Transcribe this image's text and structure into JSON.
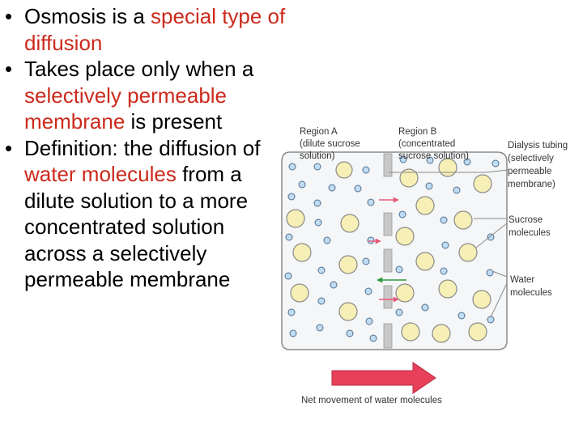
{
  "bullets": [
    {
      "bullet": "•",
      "parts": [
        {
          "text": "Osmosis is a ",
          "highlight": false
        },
        {
          "text": "special type of diffusion",
          "highlight": true
        }
      ]
    },
    {
      "bullet": "•",
      "parts": [
        {
          "text": "Takes place only when a ",
          "highlight": false
        },
        {
          "text": "selectively permeable membrane",
          "highlight": true
        },
        {
          "text": " is present",
          "highlight": false
        }
      ]
    },
    {
      "bullet": "•",
      "parts": [
        {
          "text": "Definition: the diffusion of ",
          "highlight": false
        },
        {
          "text": "water molecules",
          "highlight": true
        },
        {
          "text": " from a dilute solution to a more concentrated solution across a selectively permeable membrane",
          "highlight": false
        }
      ]
    }
  ],
  "diagram": {
    "region_a": {
      "line1": "Region A",
      "line2": "(dilute sucrose",
      "line3": "solution)"
    },
    "region_b": {
      "line1": "Region B",
      "line2": "(concentrated",
      "line3": "sucrose solution)"
    },
    "dialysis": {
      "line1": "Dialysis tubing",
      "line2": "(selectively",
      "line3": "permeable",
      "line4": "membrane)"
    },
    "sucrose": {
      "line1": "Sucrose",
      "line2": "molecules"
    },
    "water": {
      "line1": "Water",
      "line2": "molecules"
    },
    "net_movement": "Net movement of water molecules"
  },
  "colors": {
    "highlight_text": "#cc2a1c",
    "sucrose_fill": "#f6efb6",
    "water_fill": "#bfdcf2",
    "membrane": "#c8c8c8",
    "arrow_pink": "#e65a78",
    "arrow_green": "#2c9a43",
    "big_arrow": "#e8405a"
  }
}
